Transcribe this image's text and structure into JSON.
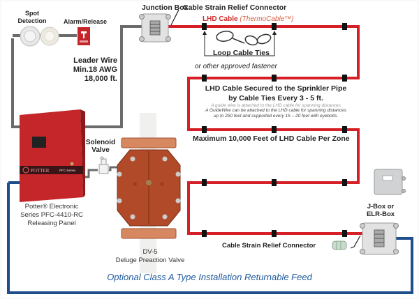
{
  "title": "LHD Linear Heat Detection Installation Diagram",
  "colors": {
    "leader_wire": "#6b6b6b",
    "lhd_cable": "#d42026",
    "return_feed": "#1f4e8c",
    "panel": "#c4262a",
    "valve": "#b8512a",
    "footer_text": "#1e5aa0"
  },
  "labels": {
    "spot_detection": "Spot\nDetection",
    "spot_detection_line1": "Spot",
    "spot_detection_line2": "Detection",
    "alarm_release": "Alarm/Release",
    "junction_box": "Junction Box",
    "cable_strain_relief_top": "Cable Strain Relief Connector",
    "lhd_cable": "LHD Cable",
    "lhd_cable_brand": "(ThermoCable™)",
    "loop_cable_ties": "Loop Cable Ties",
    "approved_fastener": "or other approved fastener",
    "leader_wire_line1": "Leader Wire",
    "leader_wire_line2": "Min.18 AWG",
    "leader_wire_line3": "18,000 ft.",
    "secured_line1": "LHD Cable Secured to the Sprinkler Pipe",
    "secured_line2": "by Cable Ties Every 3 - 5 ft.",
    "guide_wire_faint": "A guide wire is attached to the LHD cable for spanning distances",
    "guide_wire_line1": "A GuideWire can be attached to the LHD cable for spanning distances",
    "guide_wire_line2": "up to 250 feet and supported every 15 – 20 feet with eyebolts.",
    "max_length": "Maximum 10,000 Feet of LHD Cable Per Zone",
    "solenoid_line1": "Solenoid",
    "solenoid_line2": "Valve",
    "panel_line1": "Potter® Electronic",
    "panel_line2": "Series PFC-4410-RC",
    "panel_line3": "Releasing Panel",
    "panel_brand": "POTTER",
    "panel_series": "PFC-Series",
    "valve_line1": "DV-5",
    "valve_line2": "Deluge Preaction Valve",
    "jbox_line1": "J-Box or",
    "jbox_line2": "ELR-Box",
    "cable_strain_relief_bottom": "Cable Strain Relief Connector",
    "footer": "Optional Class A Type Installation Returnable Feed"
  },
  "icons": {
    "smoke_detector": "smoke-detector-icon",
    "heat_detector": "heat-detector-icon",
    "pull_station": "pull-station-icon",
    "junction_box": "junction-box-icon",
    "cable_tie": "cable-tie-icon",
    "releasing_panel": "releasing-panel-icon",
    "solenoid_valve": "solenoid-valve-icon",
    "deluge_valve": "deluge-valve-icon",
    "elr_box": "elr-box-icon",
    "strain_relief_connector": "strain-relief-connector-icon"
  }
}
